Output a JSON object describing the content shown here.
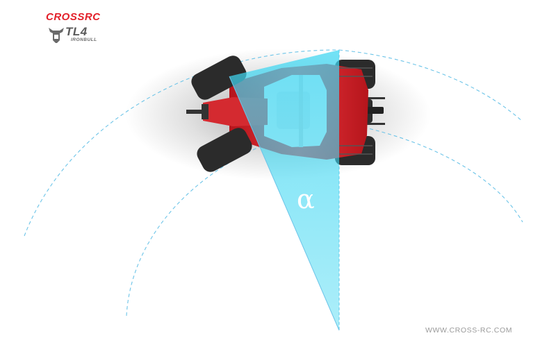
{
  "branding": {
    "brand_name": "CROSSRC",
    "product_name": "TL4",
    "product_subtitle": "IRONBULL",
    "website": "WWW.CROSS-RC.COM"
  },
  "diagram": {
    "angle_symbol": "α"
  },
  "colors": {
    "brand_red": "#e3202a",
    "angle_fill": "#2ad0ee",
    "arc_line": "#6cc4e8",
    "vehicle_red": "#d8232a",
    "tire": "#2b2b2b"
  }
}
